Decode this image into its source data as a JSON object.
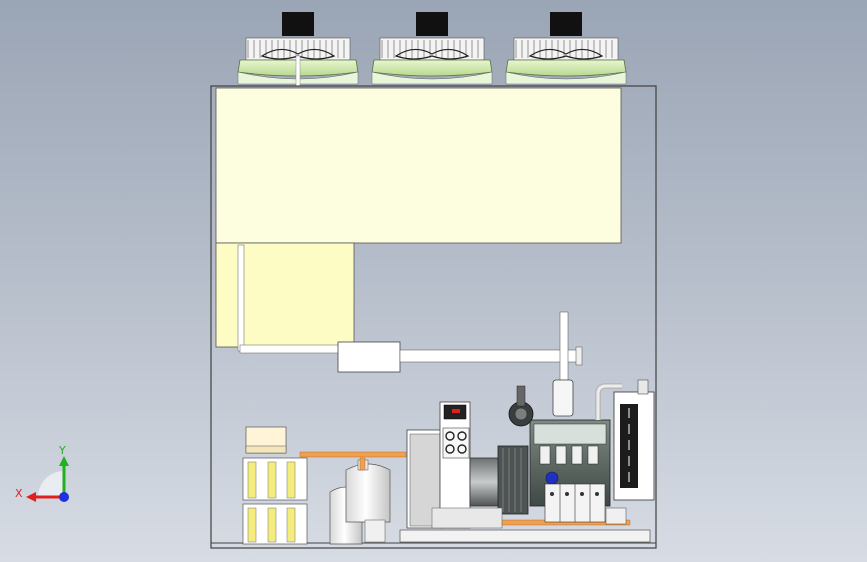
{
  "viewer": {
    "background_top": "#9aa5b5",
    "background_bottom": "#d7dce4"
  },
  "model": {
    "fan_count": 3,
    "condenser_fill": "#fdfde0",
    "enclosure_stroke": "#404040",
    "pipe_color": "#f0a050"
  },
  "triad": {
    "x_label": "X",
    "y_label": "Y",
    "x_color": "#e02020",
    "y_color": "#20b020",
    "z_color": "#2030e0"
  }
}
